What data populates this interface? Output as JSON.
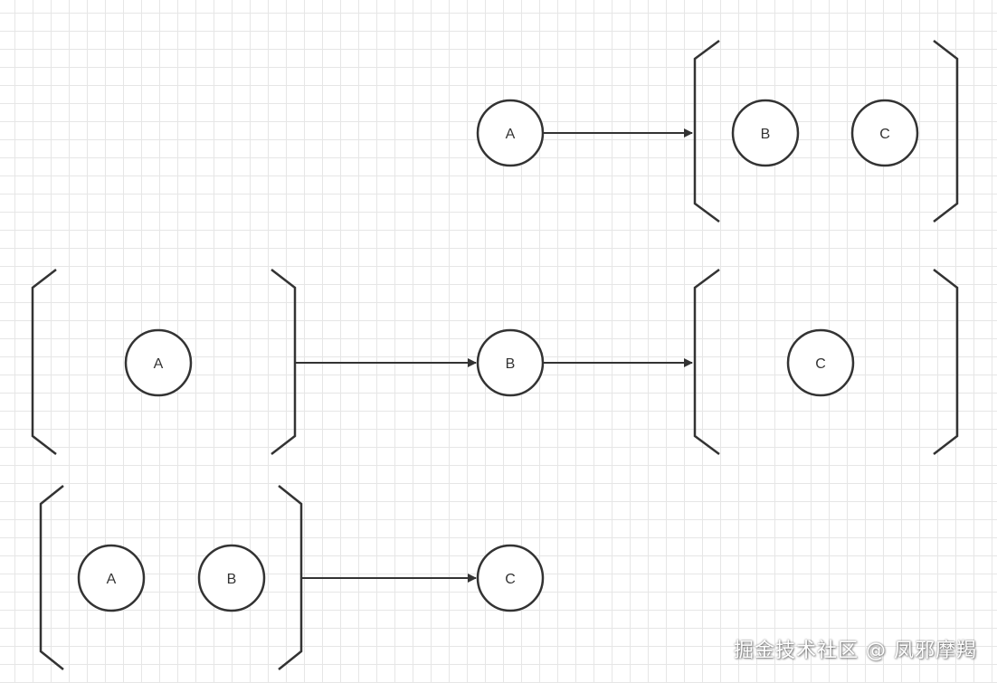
{
  "diagram": {
    "row1": {
      "left_node": "A",
      "group_nodes": [
        "B",
        "C"
      ]
    },
    "row2": {
      "group_left_node": "A",
      "middle_node": "B",
      "group_right_node": "C"
    },
    "row3": {
      "group_nodes": [
        "A",
        "B"
      ],
      "right_node": "C"
    }
  },
  "watermark": "掘金技术社区 @ 凤邪摩羯",
  "colors": {
    "stroke": "#333333",
    "grid": "#e6e6e6",
    "background": "#ffffff"
  }
}
